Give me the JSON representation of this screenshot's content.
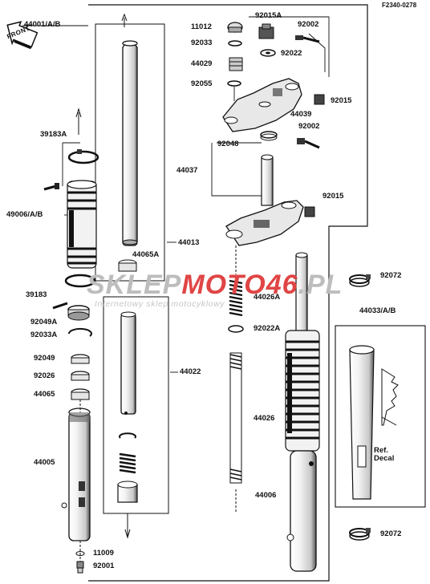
{
  "figure_code": "F2340-0278",
  "front_label": "FRONT",
  "watermark": {
    "brand_part1": "SKLEP",
    "brand_part2": "MOTO46",
    "brand_part3": ".PL",
    "tagline": "Internetowy sklep motocyklowy",
    "colors": {
      "part1": "#bdbdbd",
      "part2": "#e04545",
      "part3": "#bdbdbd"
    }
  },
  "decal_label": {
    "line1": "Ref.",
    "line2": "Decal"
  },
  "labels": {
    "p44001": "44001/A/B",
    "p39183A": "39183A",
    "p49006": "49006/A/B",
    "p39183": "39183",
    "p92049A": "92049A",
    "p92033A": "92033A",
    "p92049": "92049",
    "p92026": "92026",
    "p44065": "44065",
    "p44005": "44005",
    "p11009": "11009",
    "p92001": "92001",
    "p44065A": "44065A",
    "p44013": "44013",
    "p44022": "44022",
    "p11012": "11012",
    "p92015A": "92015A",
    "p92002a": "92002",
    "p92033": "92033",
    "p92022": "92022",
    "p44029": "44029",
    "p92055": "92055",
    "p92015a": "92015",
    "p44039": "44039",
    "p92002b": "92002",
    "p92048": "92048",
    "p44037": "44037",
    "p92015b": "92015",
    "p92072a": "92072",
    "p44026A": "44026A",
    "p92022A": "92022A",
    "p44026": "44026",
    "p44006": "44006",
    "p44033": "44033/A/B",
    "p92072b": "92072"
  }
}
